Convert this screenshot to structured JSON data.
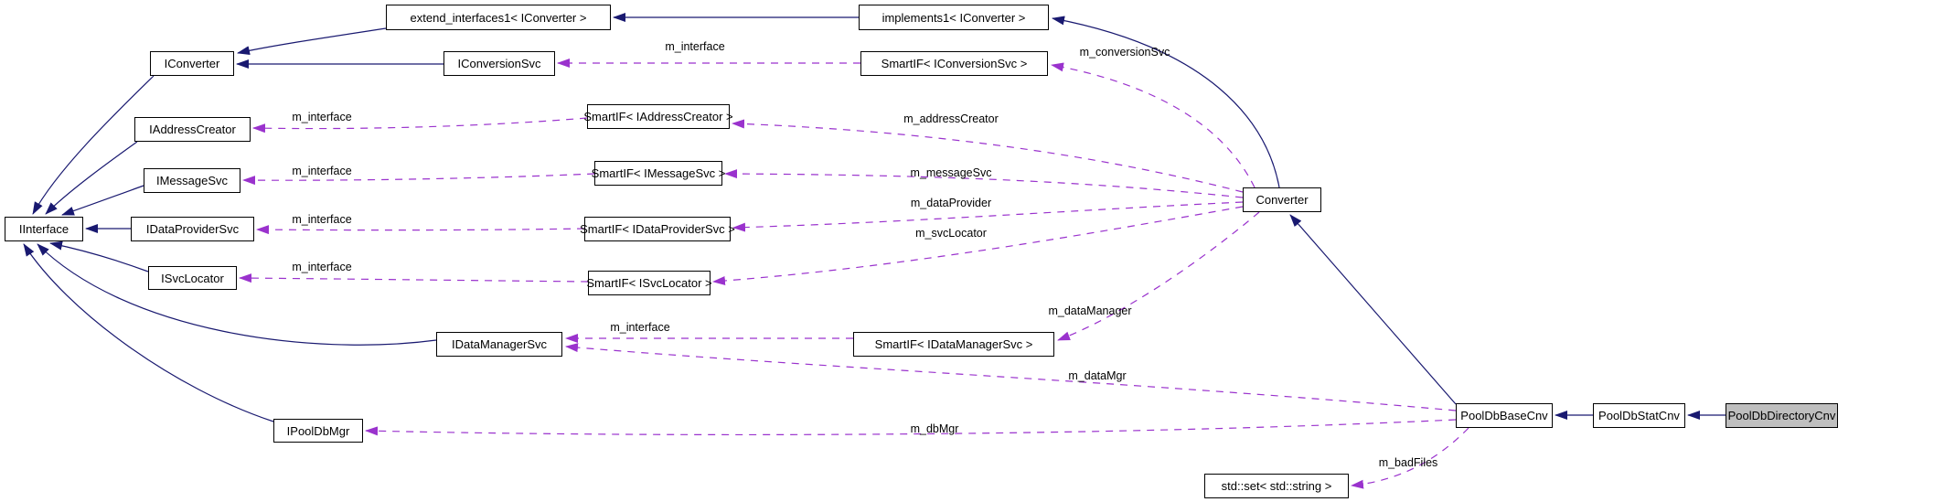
{
  "diagram": {
    "kind": "collaboration-graph",
    "highlighted_node": "PoolDbDirectoryCnv",
    "colors": {
      "inheritance_edge": "#191970",
      "usage_edge": "#9a32cd",
      "node_fill": "#ffffff",
      "node_border": "#000000",
      "highlight_fill": "#bfbfbf",
      "background": "#ffffff"
    },
    "nodes": [
      {
        "id": "iinterface",
        "label": "IInterface"
      },
      {
        "id": "iconverter",
        "label": "IConverter"
      },
      {
        "id": "extend_interfaces1",
        "label": "extend_interfaces1< IConverter >"
      },
      {
        "id": "implements1",
        "label": "implements1< IConverter >"
      },
      {
        "id": "iconversionsvc",
        "label": "IConversionSvc"
      },
      {
        "id": "smartif_iconversionsvc",
        "label": "SmartIF< IConversionSvc >"
      },
      {
        "id": "iaddresscreator",
        "label": "IAddressCreator"
      },
      {
        "id": "smartif_iaddresscreator",
        "label": "SmartIF< IAddressCreator >"
      },
      {
        "id": "imessagesvc",
        "label": "IMessageSvc"
      },
      {
        "id": "smartif_imessagesvc",
        "label": "SmartIF< IMessageSvc >"
      },
      {
        "id": "idataprovidersvc",
        "label": "IDataProviderSvc"
      },
      {
        "id": "smartif_idataprovidersvc",
        "label": "SmartIF< IDataProviderSvc >"
      },
      {
        "id": "isvclocator",
        "label": "ISvcLocator"
      },
      {
        "id": "smartif_isvclocator",
        "label": "SmartIF< ISvcLocator >"
      },
      {
        "id": "converter",
        "label": "Converter"
      },
      {
        "id": "idatamanagersvc",
        "label": "IDataManagerSvc"
      },
      {
        "id": "smartif_idatamanagersvc",
        "label": "SmartIF< IDataManagerSvc >"
      },
      {
        "id": "ipooldbmgr",
        "label": "IPoolDbMgr"
      },
      {
        "id": "pooldbbasecnv",
        "label": "PoolDbBaseCnv"
      },
      {
        "id": "pooldbstatcnv",
        "label": "PoolDbStatCnv"
      },
      {
        "id": "pooldbdirectorycnv",
        "label": "PoolDbDirectoryCnv"
      },
      {
        "id": "stdset",
        "label": "std::set< std::string >"
      }
    ],
    "edges": [
      {
        "from": "SmartIF< IConversionSvc >",
        "to": "IConversionSvc",
        "label": "m_interface",
        "kind": "usage"
      },
      {
        "from": "SmartIF< IAddressCreator >",
        "to": "IAddressCreator",
        "label": "m_interface",
        "kind": "usage"
      },
      {
        "from": "SmartIF< IMessageSvc >",
        "to": "IMessageSvc",
        "label": "m_interface",
        "kind": "usage"
      },
      {
        "from": "SmartIF< IDataProviderSvc >",
        "to": "IDataProviderSvc",
        "label": "m_interface",
        "kind": "usage"
      },
      {
        "from": "SmartIF< ISvcLocator >",
        "to": "ISvcLocator",
        "label": "m_interface",
        "kind": "usage"
      },
      {
        "from": "SmartIF< IDataManagerSvc >",
        "to": "IDataManagerSvc",
        "label": "m_interface",
        "kind": "usage"
      },
      {
        "from": "Converter",
        "to": "SmartIF< IConversionSvc >",
        "label": "m_conversionSvc",
        "kind": "usage"
      },
      {
        "from": "Converter",
        "to": "SmartIF< IAddressCreator >",
        "label": "m_addressCreator",
        "kind": "usage"
      },
      {
        "from": "Converter",
        "to": "SmartIF< IMessageSvc >",
        "label": "m_messageSvc",
        "kind": "usage"
      },
      {
        "from": "Converter",
        "to": "SmartIF< IDataProviderSvc >",
        "label": "m_dataProvider",
        "kind": "usage"
      },
      {
        "from": "Converter",
        "to": "SmartIF< ISvcLocator >",
        "label": "m_svcLocator",
        "kind": "usage"
      },
      {
        "from": "Converter",
        "to": "SmartIF< IDataManagerSvc >",
        "label": "m_dataManager",
        "kind": "usage"
      },
      {
        "from": "PoolDbBaseCnv",
        "to": "IDataManagerSvc",
        "label": "m_dataMgr",
        "kind": "usage"
      },
      {
        "from": "PoolDbBaseCnv",
        "to": "IPoolDbMgr",
        "label": "m_dbMgr",
        "kind": "usage"
      },
      {
        "from": "PoolDbBaseCnv",
        "to": "std::set< std::string >",
        "label": "m_badFiles",
        "kind": "usage"
      },
      {
        "from": "implements1< IConverter >",
        "to": "extend_interfaces1< IConverter >",
        "label": "",
        "kind": "inheritance"
      },
      {
        "from": "extend_interfaces1< IConverter >",
        "to": "IConverter",
        "label": "",
        "kind": "inheritance"
      },
      {
        "from": "IConversionSvc",
        "to": "IConverter",
        "label": "",
        "kind": "inheritance"
      },
      {
        "from": "Converter",
        "to": "implements1< IConverter >",
        "label": "",
        "kind": "inheritance"
      },
      {
        "from": "IConverter",
        "to": "IInterface",
        "label": "",
        "kind": "inheritance"
      },
      {
        "from": "IAddressCreator",
        "to": "IInterface",
        "label": "",
        "kind": "inheritance"
      },
      {
        "from": "IMessageSvc",
        "to": "IInterface",
        "label": "",
        "kind": "inheritance"
      },
      {
        "from": "IDataProviderSvc",
        "to": "IInterface",
        "label": "",
        "kind": "inheritance"
      },
      {
        "from": "ISvcLocator",
        "to": "IInterface",
        "label": "",
        "kind": "inheritance"
      },
      {
        "from": "IDataManagerSvc",
        "to": "IInterface",
        "label": "",
        "kind": "inheritance"
      },
      {
        "from": "IPoolDbMgr",
        "to": "IInterface",
        "label": "",
        "kind": "inheritance"
      },
      {
        "from": "PoolDbBaseCnv",
        "to": "Converter",
        "label": "",
        "kind": "inheritance"
      },
      {
        "from": "PoolDbStatCnv",
        "to": "PoolDbBaseCnv",
        "label": "",
        "kind": "inheritance"
      },
      {
        "from": "PoolDbDirectoryCnv",
        "to": "PoolDbStatCnv",
        "label": "",
        "kind": "inheritance"
      }
    ]
  }
}
